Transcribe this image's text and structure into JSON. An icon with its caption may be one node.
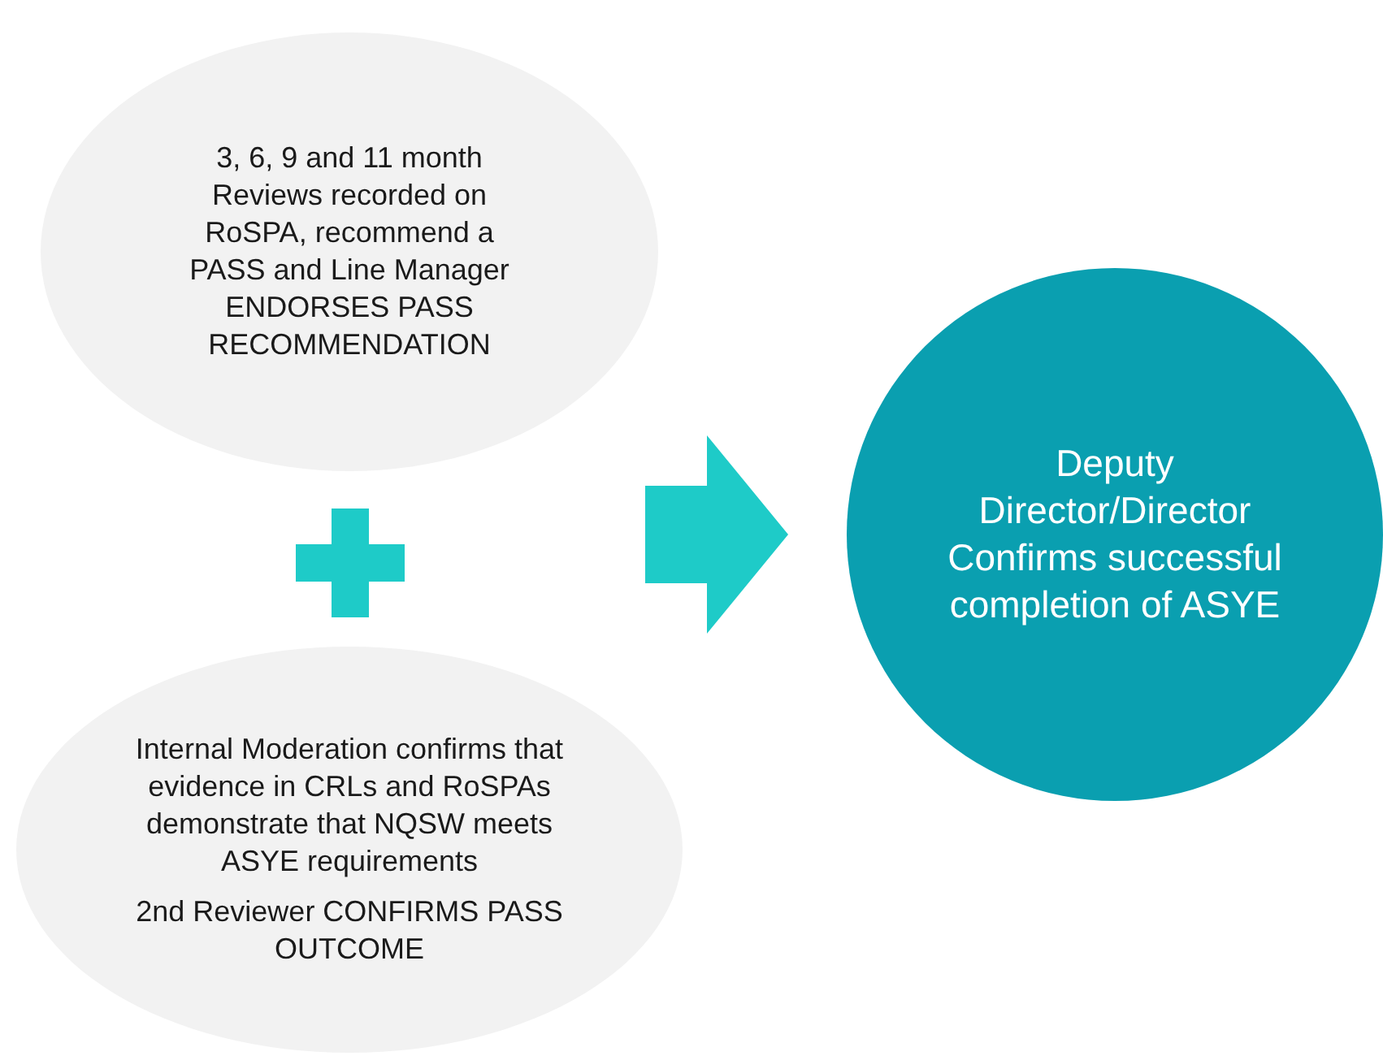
{
  "diagram": {
    "nodes": [
      {
        "text": [
          "3, 6, 9 and 11 month Reviews recorded on RoSPA,  recommend a PASS and Line Manager ENDORSES PASS RECOMMENDATION"
        ]
      },
      {
        "text": [
          "Internal Moderation confirms that evidence in CRLs and RoSPAs demonstrate that NQSW meets ASYE requirements",
          "2nd Reviewer CONFIRMS PASS OUTCOME"
        ]
      },
      {
        "text": [
          "Deputy Director/Director Confirms successful completion of ASYE"
        ]
      }
    ],
    "edges": [
      {
        "from": 0,
        "to": 2,
        "arrow": "to"
      },
      {
        "from": 1,
        "to": 2,
        "arrow": "to"
      }
    ]
  }
}
